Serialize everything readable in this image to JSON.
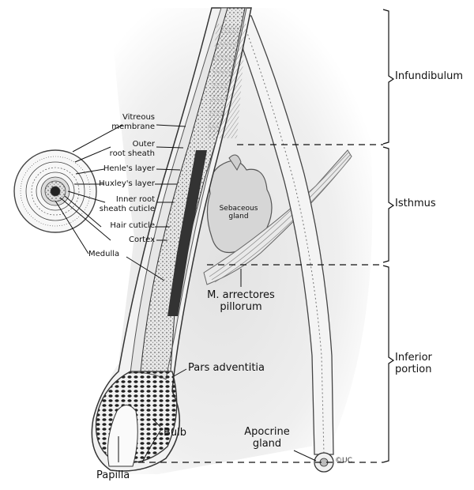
{
  "diagram": {
    "cross_section_labels": {
      "vitreous_membrane": "Vitreous\nmembrane",
      "outer_root_sheath": "Outer\nroot sheath",
      "henles_layer": "Henle's layer",
      "huxleys_layer": "Huxley's layer",
      "inner_root_sheath_cuticle": "Inner root\nsheath cuticle",
      "hair_cuticle": "Hair cuticle",
      "cortex": "Cortex",
      "medulla": "Medulla"
    },
    "structure_labels": {
      "sebaceous_gland": "Sebaceous\ngland",
      "m_arrectores_pillorum": "M. arrectores\npillorum",
      "pars_adventitia": "Pars adventitia",
      "bulb": "Bulb",
      "papilla": "Papilla",
      "apocrine_gland": "Apocrine\ngland"
    },
    "region_labels": {
      "infundibulum": "Infundibulum",
      "isthmus": "Isthmus",
      "inferior_portion": "Inferior\nportion"
    },
    "signature": "©UC"
  }
}
